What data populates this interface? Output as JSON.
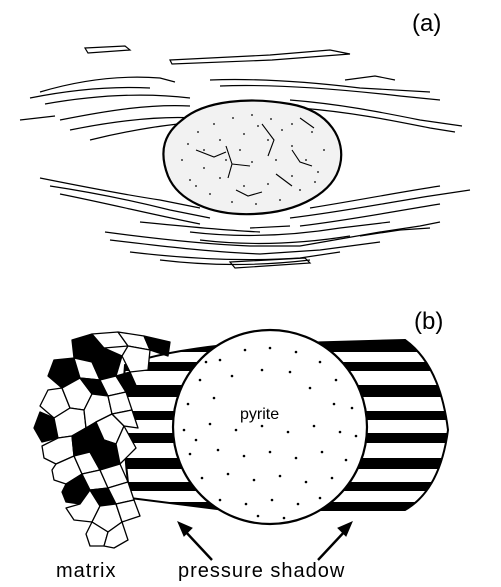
{
  "panels": [
    {
      "label": "(a)"
    },
    {
      "label": "(b)",
      "center_label": "pyrite"
    }
  ],
  "captions": {
    "matrix": "matrix",
    "pressure_shadow": "pressure shadow"
  },
  "colors": {
    "ink": "#000000",
    "paper": "#ffffff",
    "grain_fill": "#f2f2f2"
  }
}
